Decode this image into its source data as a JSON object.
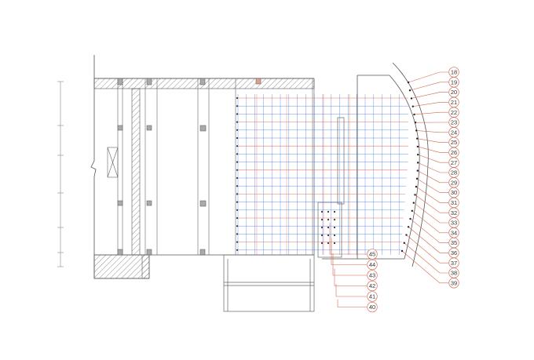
{
  "colors": {
    "line": "#555555",
    "light_line": "#9a9a9a",
    "red": "#e0603f",
    "blue": "#3d6fd6",
    "callout": "#d2694f"
  },
  "right_callouts": [
    "18",
    "19",
    "20",
    "21",
    "22",
    "23",
    "24",
    "25",
    "26",
    "27",
    "28",
    "29",
    "30",
    "31",
    "32",
    "33",
    "34",
    "35",
    "36",
    "37",
    "38",
    "39"
  ],
  "bottom_callouts": [
    "45",
    "44",
    "43",
    "42",
    "41",
    "40"
  ]
}
